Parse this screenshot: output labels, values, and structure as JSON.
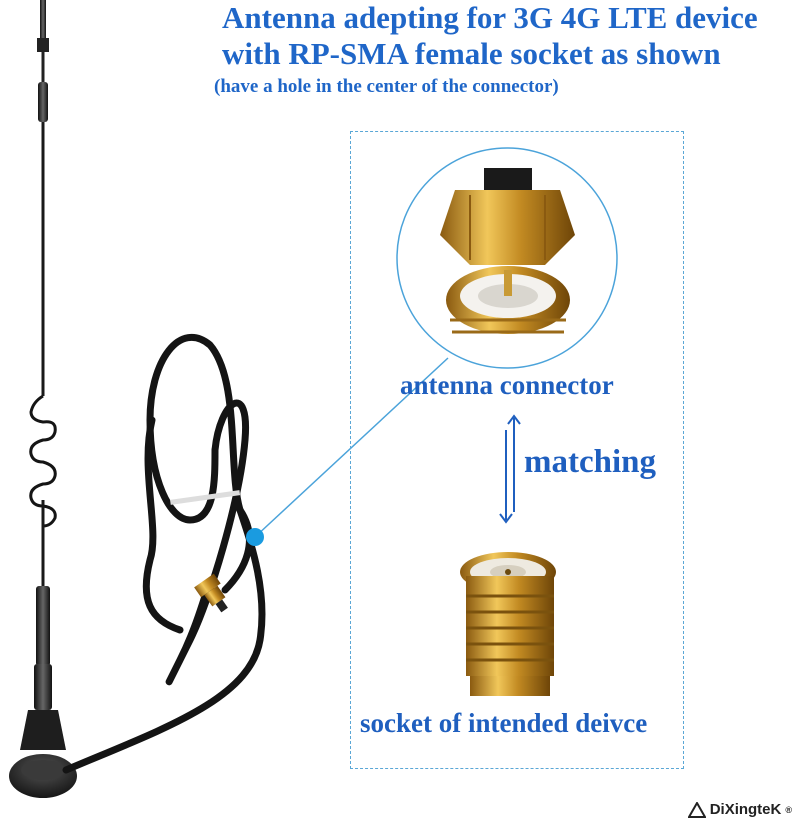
{
  "headline": {
    "line1": "Antenna adepting for 3G 4G LTE device",
    "line2": "with RP-SMA female socket as shown",
    "line3": "(have a hole in the center of the connector)"
  },
  "labels": {
    "antenna_connector": "antenna connector",
    "matching": "matching",
    "socket": "socket of intended deivce"
  },
  "brand": {
    "logo_text": "DiXingteK",
    "registered": "®"
  },
  "colors": {
    "headline": "#1f66c8",
    "accent_dot": "#1a9be0",
    "frame": "#5aa7d6",
    "gold": "#d4a637"
  }
}
